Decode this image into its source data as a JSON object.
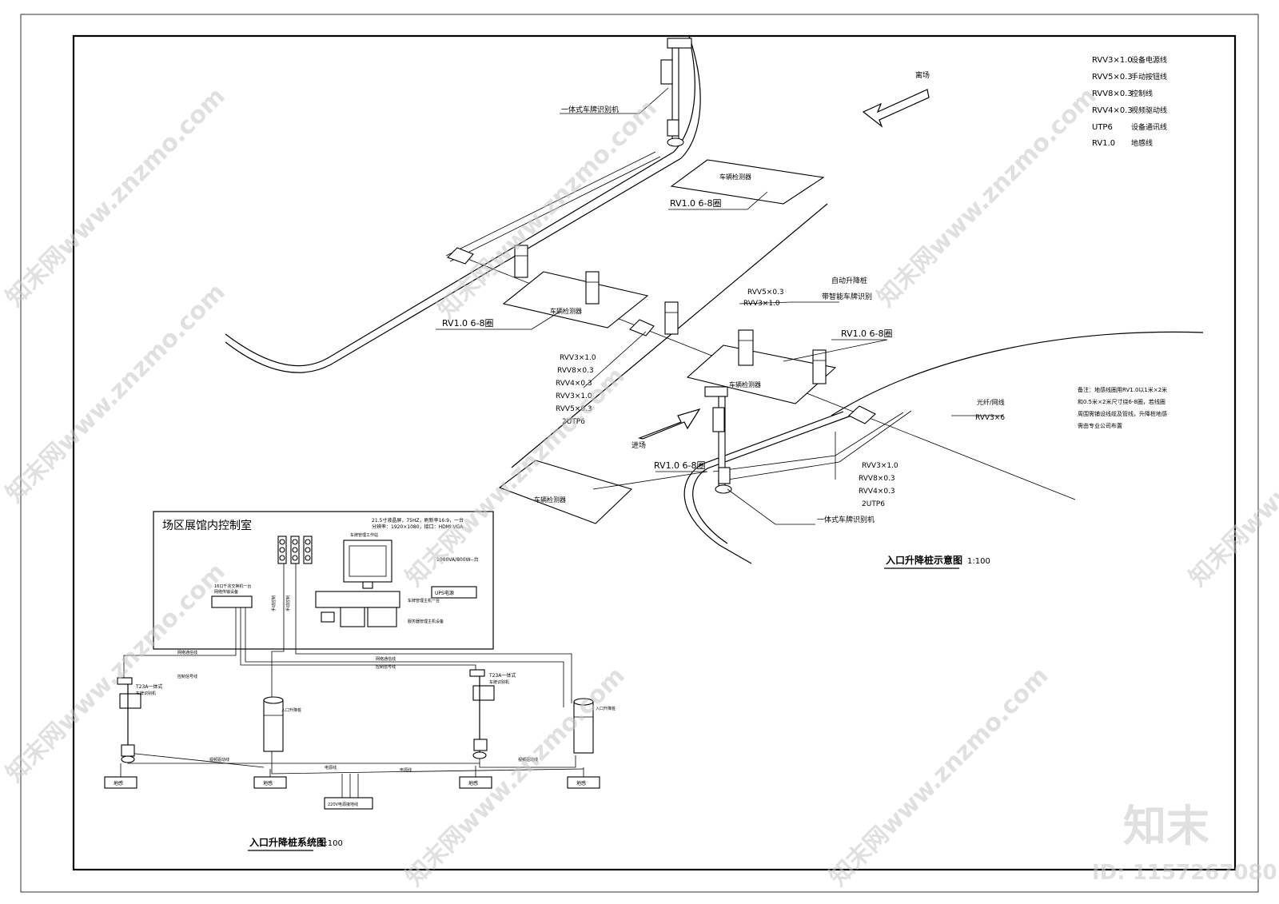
{
  "legend": [
    {
      "code": "RVV3×1.0",
      "desc": "设备电源线"
    },
    {
      "code": "RVV5×0.3",
      "desc": "手动按钮线"
    },
    {
      "code": "RVV8×0.3",
      "desc": "控制线"
    },
    {
      "code": "RVV4×0.3",
      "desc": "视频驱动线"
    },
    {
      "code": "UTP6",
      "desc": "设备通讯线"
    },
    {
      "code": "RV1.0",
      "desc": "地感线"
    }
  ],
  "top_view": {
    "exit_label": "离场",
    "entry_label": "进场",
    "camera_exit_label": "一体式车牌识别机",
    "camera_entry_label": "一体式车牌识别机",
    "detector_label": "车辆检测器",
    "loop_label_1": "RV1.0  6-8圈",
    "loop_label_2": "RV1.0  6-8圈",
    "loop_label_3": "RV1.0  6-8圈",
    "loop_label_4": "RV1.0  6-8圈",
    "bollard_title_1": "自动升降桩",
    "bollard_title_2": "带智能车牌识别",
    "bollard_cable_1": "RVV5×0.3",
    "bollard_cable_2": "RVV3×1.0",
    "mid_cables": [
      "RVV3×1.0",
      "RVV8×0.3",
      "RVV4×0.3",
      "RVV3×1.0",
      "RVV5×0.3",
      "2UTP6"
    ],
    "right_cables": [
      "RVV3×1.0",
      "RVV8×0.3",
      "RVV4×0.3",
      "2UTP6"
    ],
    "fiber_label": "光纤/网线",
    "fiber_cable": "RVV3×6",
    "note_lines": [
      "备注：地感线圈用RV1.0以1米×2米",
      "和0.5米×2米尺寸绕6-8圈，若线圈",
      "周围需铺设线缆及管线，升降桩地感",
      "需由专业公司布置"
    ],
    "caption": "入口升降桩示意图",
    "scale": "1:100"
  },
  "system": {
    "room_title": "场区展馆内控制室",
    "monitor_spec": [
      "21.5寸液晶屏，75HZ，刷新率16:9，一台",
      "分辨率：1920×1080，接口：HDMI VGA"
    ],
    "monitor_label": "车牌管理工作站",
    "ups_spec": "1000VA/800W--台",
    "ups_label": "UPS电源",
    "switch_label": "16口千兆交换机一台",
    "switch_sub": "网络传输设备",
    "pc_label_1": "车牌管理主机一台",
    "pc_label_2": "服务器管理主机设备",
    "manual_label_1": "手动控制",
    "manual_label_2": "手动控制",
    "camera_left_label": "T23A一体式",
    "camera_left_sub": "车牌识别机",
    "camera_right_label": "T23A一体式",
    "camera_right_sub": "车牌识别机",
    "bollard_left_label": "入口升降桩",
    "bollard_right_label": "入口升降桩",
    "loop_box": "地感",
    "power_label": "220V电源接地线",
    "cable_net": "网络通信线",
    "cable_ctrl": "控制信号线",
    "cable_power": "电源线",
    "cable_video": "视频驱动线",
    "caption": "入口升降桩系统图",
    "scale": "1:100"
  },
  "watermark": {
    "text": "知末网www.znzmo.com",
    "logo": "知末",
    "id": "ID: 1157267080"
  }
}
